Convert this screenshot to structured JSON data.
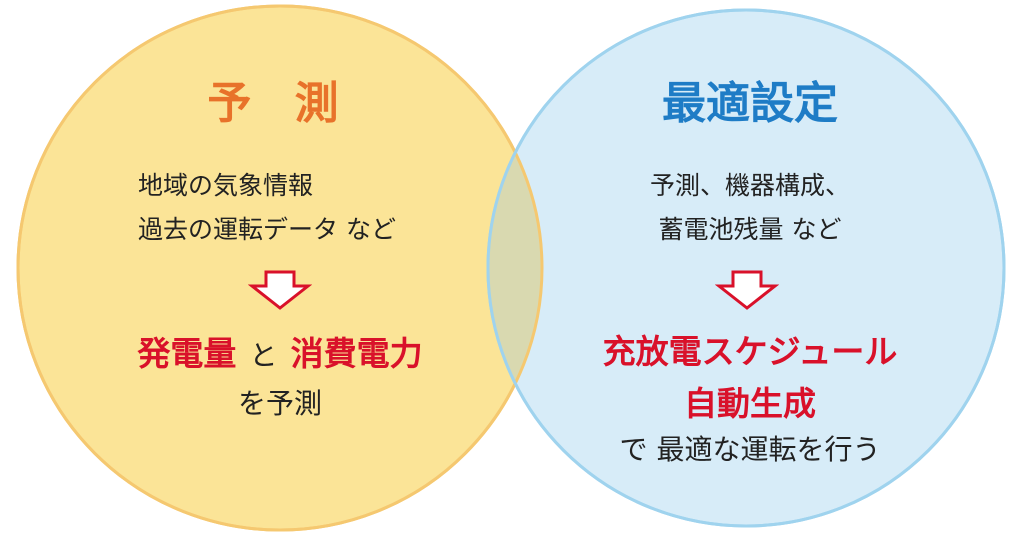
{
  "colors": {
    "left_circle_fill": "#fbe497",
    "left_circle_stroke": "#f5c870",
    "right_circle_fill": "#d7ecf8",
    "right_circle_stroke": "#9fd3ee",
    "overlap_fill": "#d9d9b0",
    "left_title": "#e8722a",
    "right_title": "#1e7cc6",
    "highlight_red": "#d9112a",
    "arrow_stroke": "#d9112a"
  },
  "left": {
    "title": "予 測",
    "input_line1": "地域の気象情報",
    "input_line2": "過去の運転データ など",
    "arrow_icon": "down-arrow-icon",
    "result_part1": "発電量",
    "result_connector": "と",
    "result_part2": "消費電力",
    "result_suffix": "を予測"
  },
  "right": {
    "title": "最適設定",
    "input_line1": "予測、機器構成、",
    "input_line2": "蓄電池残量 など",
    "arrow_icon": "down-arrow-icon",
    "result_line1": "充放電スケジュール",
    "result_line2": "自動生成",
    "result_suffix": "で 最適な運転を行う"
  }
}
